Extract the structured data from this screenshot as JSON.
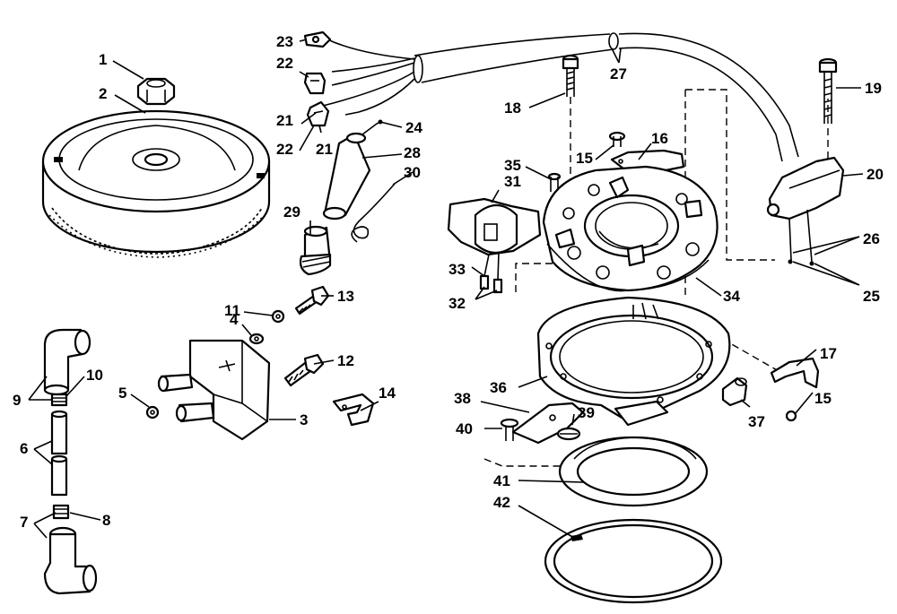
{
  "callouts": [
    {
      "id": "c1",
      "text": "1"
    },
    {
      "id": "c2",
      "text": "2"
    },
    {
      "id": "c3",
      "text": "3"
    },
    {
      "id": "c4",
      "text": "4"
    },
    {
      "id": "c5",
      "text": "5"
    },
    {
      "id": "c6",
      "text": "6"
    },
    {
      "id": "c7",
      "text": "7"
    },
    {
      "id": "c8",
      "text": "8"
    },
    {
      "id": "c9",
      "text": "9"
    },
    {
      "id": "c10",
      "text": "10"
    },
    {
      "id": "c11",
      "text": "11"
    },
    {
      "id": "c12",
      "text": "12"
    },
    {
      "id": "c13",
      "text": "13"
    },
    {
      "id": "c14",
      "text": "14"
    },
    {
      "id": "c15a",
      "text": "15"
    },
    {
      "id": "c15b",
      "text": "15"
    },
    {
      "id": "c16",
      "text": "16"
    },
    {
      "id": "c17",
      "text": "17"
    },
    {
      "id": "c18",
      "text": "18"
    },
    {
      "id": "c19",
      "text": "19"
    },
    {
      "id": "c20",
      "text": "20"
    },
    {
      "id": "c21a",
      "text": "21"
    },
    {
      "id": "c21b",
      "text": "21"
    },
    {
      "id": "c22a",
      "text": "22"
    },
    {
      "id": "c22b",
      "text": "22"
    },
    {
      "id": "c23",
      "text": "23"
    },
    {
      "id": "c24",
      "text": "24"
    },
    {
      "id": "c25",
      "text": "25"
    },
    {
      "id": "c26",
      "text": "26"
    },
    {
      "id": "c27",
      "text": "27"
    },
    {
      "id": "c28",
      "text": "28"
    },
    {
      "id": "c29",
      "text": "29"
    },
    {
      "id": "c30",
      "text": "30"
    },
    {
      "id": "c31",
      "text": "31"
    },
    {
      "id": "c32",
      "text": "32"
    },
    {
      "id": "c33",
      "text": "33"
    },
    {
      "id": "c34",
      "text": "34"
    },
    {
      "id": "c35",
      "text": "35"
    },
    {
      "id": "c36",
      "text": "36"
    },
    {
      "id": "c37",
      "text": "37"
    },
    {
      "id": "c38",
      "text": "38"
    },
    {
      "id": "c39",
      "text": "39"
    },
    {
      "id": "c40",
      "text": "40"
    },
    {
      "id": "c41",
      "text": "41"
    },
    {
      "id": "c42",
      "text": "42"
    }
  ]
}
